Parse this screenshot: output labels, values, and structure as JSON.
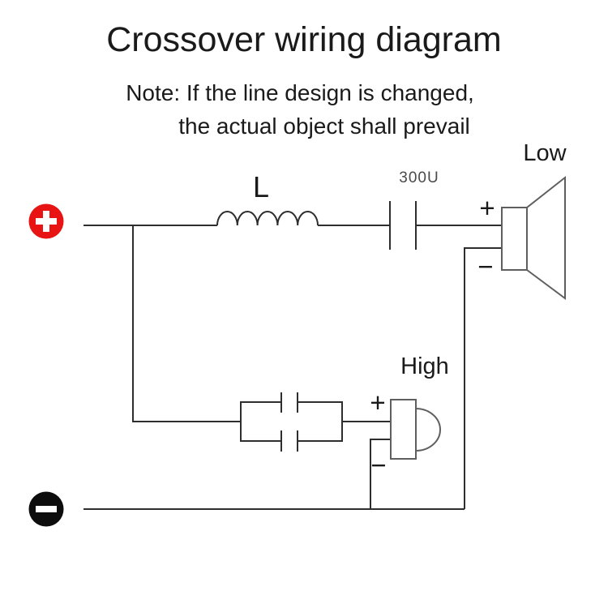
{
  "header": {
    "title": "Crossover wiring diagram",
    "note_line1": "Note: If the line design is changed,",
    "note_line2": "the actual object shall prevail"
  },
  "diagram": {
    "labels": {
      "inductor": "L",
      "capacitor_value": "300U",
      "low_speaker": "Low",
      "high_speaker": "High",
      "low_plus": "+",
      "low_minus": "−",
      "high_plus": "+",
      "high_minus": "−"
    },
    "icons": {
      "positive_terminal": "plus-circle-icon",
      "negative_terminal": "minus-circle-icon"
    },
    "colors": {
      "wire": "#2e2e2e",
      "component": "#5f5f5f",
      "positive_terminal": "#e81414",
      "negative_terminal": "#0d0d0d",
      "terminal_glyph": "#ffffff",
      "label_text": "#1a1a1a",
      "capacitor_text": "#4a4a4a"
    }
  }
}
